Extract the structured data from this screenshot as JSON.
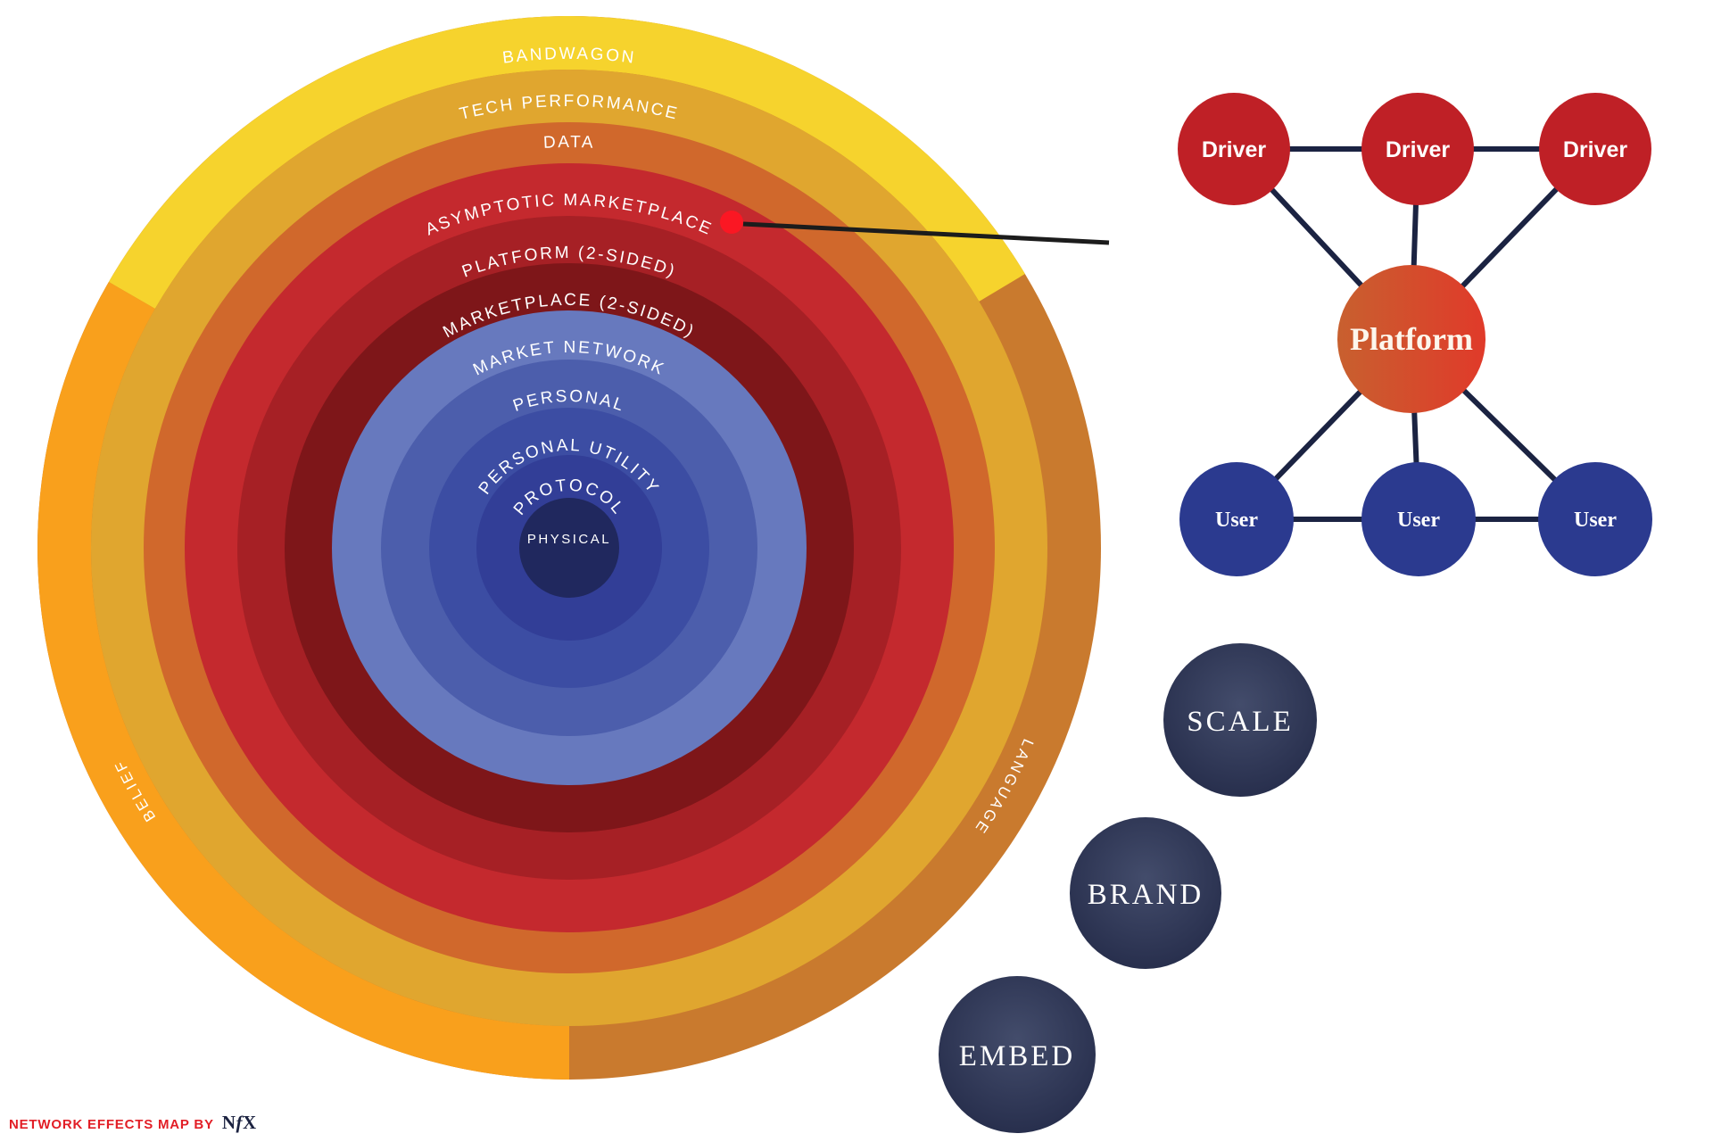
{
  "map": {
    "rings": [
      {
        "label": "BANDWAGON",
        "color": "#F6D32D"
      },
      {
        "label": "TECH PERFORMANCE",
        "color": "#E0A62F"
      },
      {
        "label": "DATA",
        "color": "#D0682C"
      },
      {
        "label": "ASYMPTOTIC MARKETPLACE",
        "color": "#C4292E"
      },
      {
        "label": "PLATFORM (2-SIDED)",
        "color": "#A62025"
      },
      {
        "label": "MARKETPLACE (2-SIDED)",
        "color": "#7E1619"
      },
      {
        "label": "MARKET NETWORK",
        "color": "#6779BE"
      },
      {
        "label": "PERSONAL",
        "color": "#4C5EAC"
      },
      {
        "label": "PERSONAL UTILITY",
        "color": "#3C4DA3"
      },
      {
        "label": "PROTOCOL",
        "color": "#323E97"
      },
      {
        "label": "PHYSICAL",
        "color": "#20285E"
      }
    ],
    "segments": {
      "belief": {
        "label": "BELIEF",
        "color": "#F9A01C"
      },
      "language": {
        "label": "LANGUAGE",
        "color": "#C97A2E"
      }
    },
    "marker": {
      "color": "#FB1723",
      "line_color": "#1C1C1C"
    }
  },
  "network": {
    "drivers": [
      {
        "label": "Driver"
      },
      {
        "label": "Driver"
      },
      {
        "label": "Driver"
      }
    ],
    "platform": {
      "label": "Platform"
    },
    "users": [
      {
        "label": "User"
      },
      {
        "label": "User"
      },
      {
        "label": "User"
      }
    ],
    "colors": {
      "driver": "#BF2026",
      "user": "#2B3A8F",
      "edge": "#1B2342",
      "platform_left": "#C8602F",
      "platform_right": "#E03A2A"
    }
  },
  "badges": {
    "items": [
      {
        "label": "SCALE"
      },
      {
        "label": "BRAND"
      },
      {
        "label": "EMBED"
      }
    ],
    "colors": {
      "inner": "#434C6B",
      "outer": "#242B49"
    }
  },
  "footer": {
    "credit": "NETWORK EFFECTS MAP BY",
    "logo_n": "N",
    "logo_f": "f",
    "logo_x": "X"
  }
}
